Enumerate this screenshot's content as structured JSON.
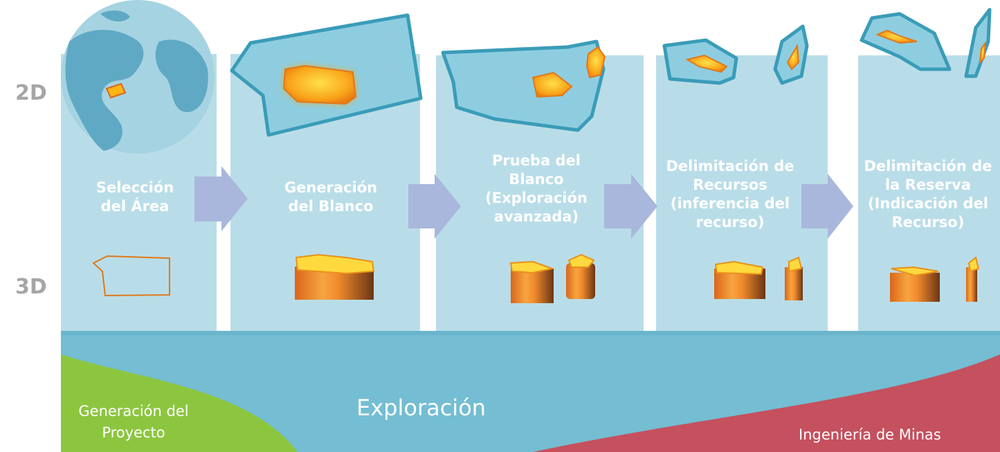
{
  "axis": {
    "top": "2D",
    "bottom": "3D"
  },
  "stages": [
    {
      "label": "Selección del Área"
    },
    {
      "label": "Generación del Blanco"
    },
    {
      "label": "Prueba del Blanco (Exploración avanzada)"
    },
    {
      "label": "Delimitación de Recursos (inferencia del recurso)"
    },
    {
      "label": "Delimitación de la Reserva (Indicación del Recurso)"
    }
  ],
  "phases": {
    "project": "Generación del Proyecto",
    "exploration": "Exploración",
    "mining": "Ingeniería de Minas"
  },
  "colors": {
    "column": "#b9dde8",
    "band": "#74bdd2",
    "arrow": "#a9b7dc",
    "green": "#8cc63f",
    "red": "#c5505e",
    "outline": "#3a9cb8",
    "ore": "#f7a51c"
  }
}
